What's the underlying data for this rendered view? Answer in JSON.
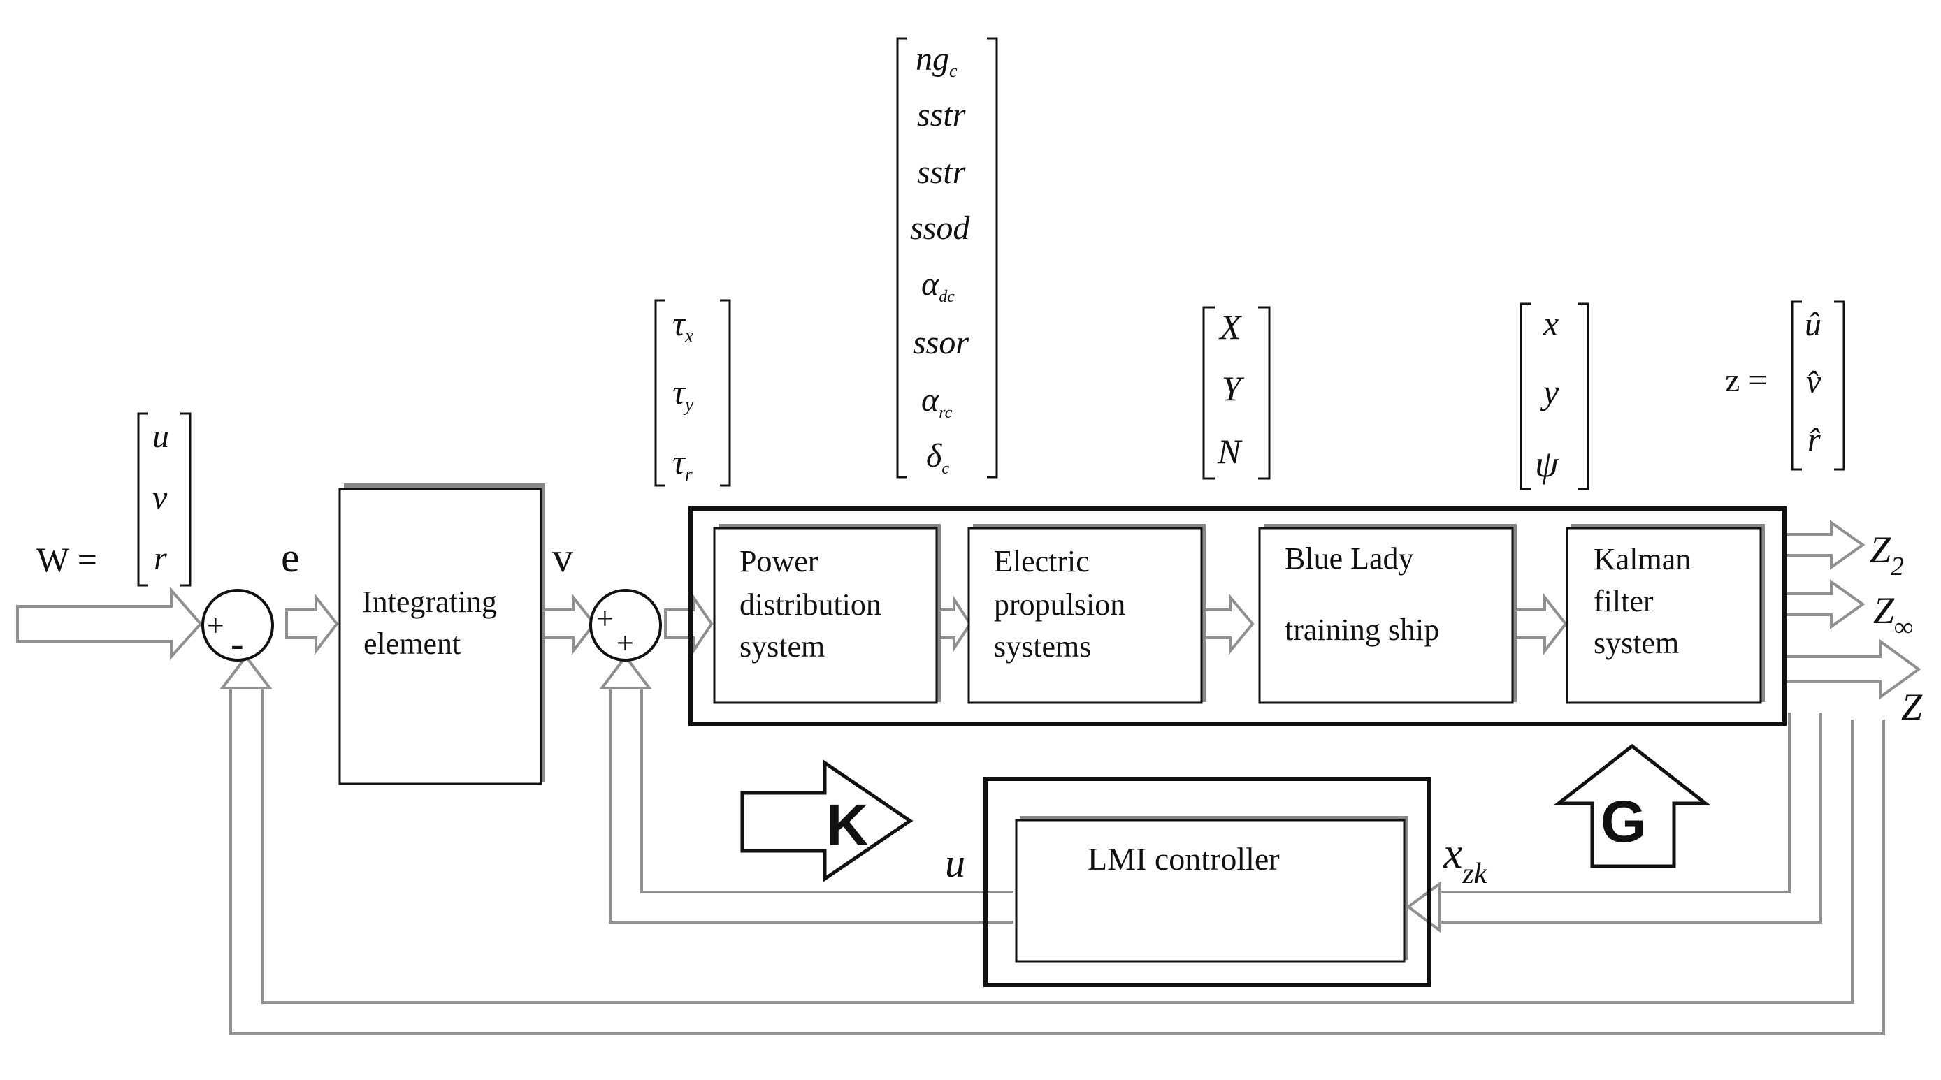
{
  "input": {
    "label": "W =",
    "vector": [
      "u",
      "v",
      "r"
    ]
  },
  "signals": {
    "e": "e",
    "v": "v",
    "u": "u",
    "x_zk": "x",
    "x_zk_sub": "zk"
  },
  "sum1": {
    "plus": "+",
    "minus": "-"
  },
  "sum2": {
    "plus_top": "+",
    "plus_bottom": "+"
  },
  "blocks": {
    "integrating": [
      "Integrating",
      "element"
    ],
    "power": [
      "Power",
      "distribution",
      "system"
    ],
    "electric": [
      "Electric",
      "propulsion",
      "systems"
    ],
    "ship": [
      "Blue Lady",
      "training ship"
    ],
    "kalman": [
      "Kalman",
      "filter",
      "system"
    ],
    "lmi": [
      "LMI controller"
    ]
  },
  "vectors": {
    "tau": [
      [
        "τ",
        "x"
      ],
      [
        "τ",
        "y"
      ],
      [
        "τ",
        "r"
      ]
    ],
    "actuators": [
      [
        "ng",
        "c"
      ],
      [
        "sstr",
        ""
      ],
      [
        "sstr",
        ""
      ],
      [
        "ssod",
        ""
      ],
      [
        "α",
        "dc"
      ],
      [
        "ssor",
        ""
      ],
      [
        "α",
        "rc"
      ],
      [
        "δ",
        "c"
      ]
    ],
    "forces": [
      "X",
      "Y",
      "N"
    ],
    "positions": [
      "x",
      "y",
      "ψ"
    ],
    "estimates": [
      "û",
      "v̂",
      "r̂"
    ]
  },
  "z_label": "z =",
  "outputs": {
    "z2": [
      "Z",
      "2"
    ],
    "zinf": [
      "Z",
      "∞"
    ],
    "z": "Z"
  },
  "gains": {
    "k": "K",
    "g": "G"
  },
  "colors": {
    "line": "#111111",
    "arrow_stroke": "#909090",
    "arrow_fill": "#ffffff"
  }
}
